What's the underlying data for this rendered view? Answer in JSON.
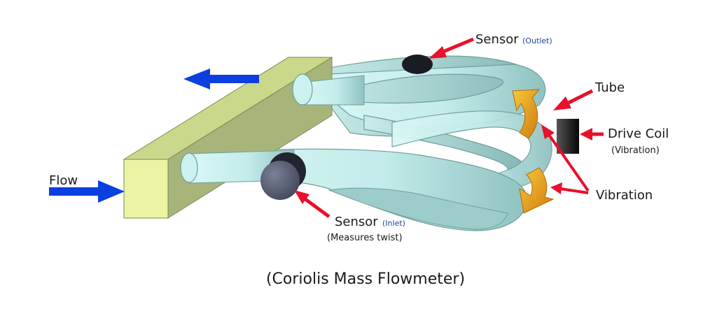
{
  "labels": {
    "flow": "Flow",
    "sensor_outlet_main": "Sensor",
    "sensor_outlet_tag": "(Outlet)",
    "tube": "Tube",
    "drive_coil": "Drive Coil",
    "drive_coil_note": "(Vibration)",
    "vibration": "Vibration",
    "sensor_inlet_main": "Sensor",
    "sensor_inlet_tag": "(Inlet)",
    "sensor_inlet_note": "(Measures twist)"
  },
  "caption": "(Coriolis Mass Flowmeter)",
  "colors": {
    "flow_arrow": "#0b3fe0",
    "callout_arrow": "#e8102a",
    "manifold_front": "#ecf3a3",
    "manifold_top": "#c9d88a",
    "manifold_side": "#a8b57a",
    "tube_light": "#d8f8f6",
    "tube_dark": "#8fc2c0",
    "tube_edge": "#6e9e9c",
    "sensor": "#5b6275",
    "vibration_arrow": "#e39b1a",
    "drive_coil": "#111111"
  }
}
